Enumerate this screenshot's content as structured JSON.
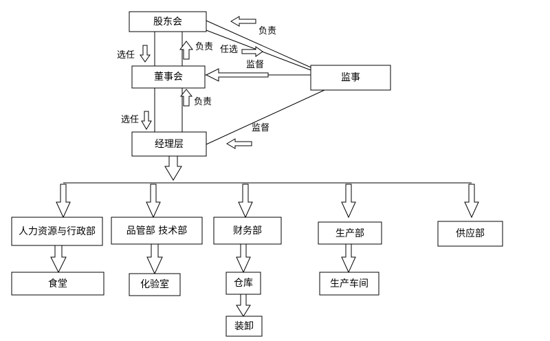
{
  "nodes": {
    "shareholders": "股东会",
    "board": "董事会",
    "supervisor": "监事",
    "management": "经理层",
    "hr_admin": "人力资源与行政部",
    "quality_tech": "品管部 技术部",
    "finance": "财务部",
    "production": "生产部",
    "supply": "供应部",
    "canteen": "食堂",
    "lab": "化验室",
    "warehouse": "仓库",
    "loading": "装卸",
    "workshop": "生产车间"
  },
  "edge_labels": {
    "elect_1": "选任",
    "responsible_1": "负责",
    "elect_2": "选任",
    "responsible_2": "负责",
    "responsible_3": "负责",
    "appoint": "任选",
    "supervise_1": "监督",
    "supervise_2": "监督"
  }
}
